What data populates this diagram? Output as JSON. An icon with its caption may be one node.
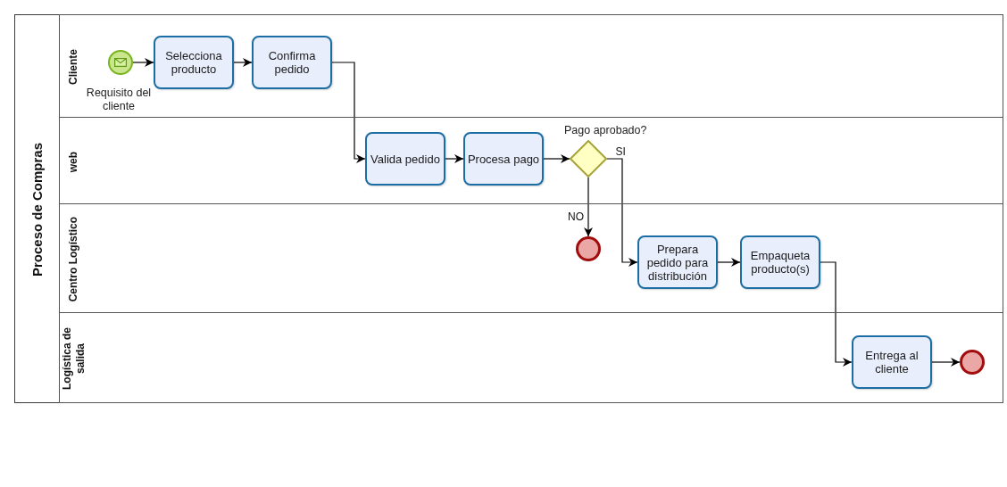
{
  "diagram": {
    "nodes": [
      {
        "text": [
          "Proceso de Compras"
        ]
      },
      {
        "text": [
          "Cliente"
        ],
        "in": 0
      },
      {
        "text": [
          "web"
        ],
        "in": 0
      },
      {
        "text": [
          "Centro Logístico"
        ],
        "in": 0
      },
      {
        "text": [
          "Logística de salida"
        ],
        "in": 0
      },
      {
        "text": [],
        "shape": "circle",
        "in": 1
      },
      {
        "text": [
          "Selecciona producto"
        ],
        "in": 1
      },
      {
        "text": [
          "Confirma pedido"
        ],
        "in": 1
      },
      {
        "text": [
          "Valida pedido"
        ],
        "in": 2
      },
      {
        "text": [
          "Procesa pago"
        ],
        "in": 2
      },
      {
        "text": [],
        "shape": "diamond",
        "beside": [
          "Pago aprobado?"
        ],
        "in": 2
      },
      {
        "text": [],
        "shape": "circle",
        "in": 3
      },
      {
        "text": [
          "Prepara pedido para distribución"
        ],
        "in": 3
      },
      {
        "text": [
          "Empaqueta producto(s)"
        ],
        "in": 3
      },
      {
        "text": [
          "Entrega al cliente"
        ],
        "in": 4
      },
      {
        "text": [],
        "shape": "circle",
        "in": 4
      }
    ],
    "edges": [
      {
        "from": 5,
        "to": 6,
        "arrow": "to"
      },
      {
        "from": 6,
        "to": 7,
        "arrow": "to"
      },
      {
        "from": 7,
        "to": 8,
        "arrow": "to"
      },
      {
        "from": 8,
        "to": 9,
        "arrow": "to"
      },
      {
        "from": 9,
        "to": 10,
        "arrow": "to"
      },
      {
        "from": 10,
        "to": 11,
        "arrow": "to",
        "label": "NO"
      },
      {
        "from": 10,
        "to": 12,
        "arrow": "to",
        "label": "SI"
      },
      {
        "from": 12,
        "to": 13,
        "arrow": "to"
      },
      {
        "from": 13,
        "to": 14,
        "arrow": "to"
      },
      {
        "from": 14,
        "to": 15,
        "arrow": "to"
      }
    ],
    "labels": [
      "Requisito del cliente"
    ]
  }
}
